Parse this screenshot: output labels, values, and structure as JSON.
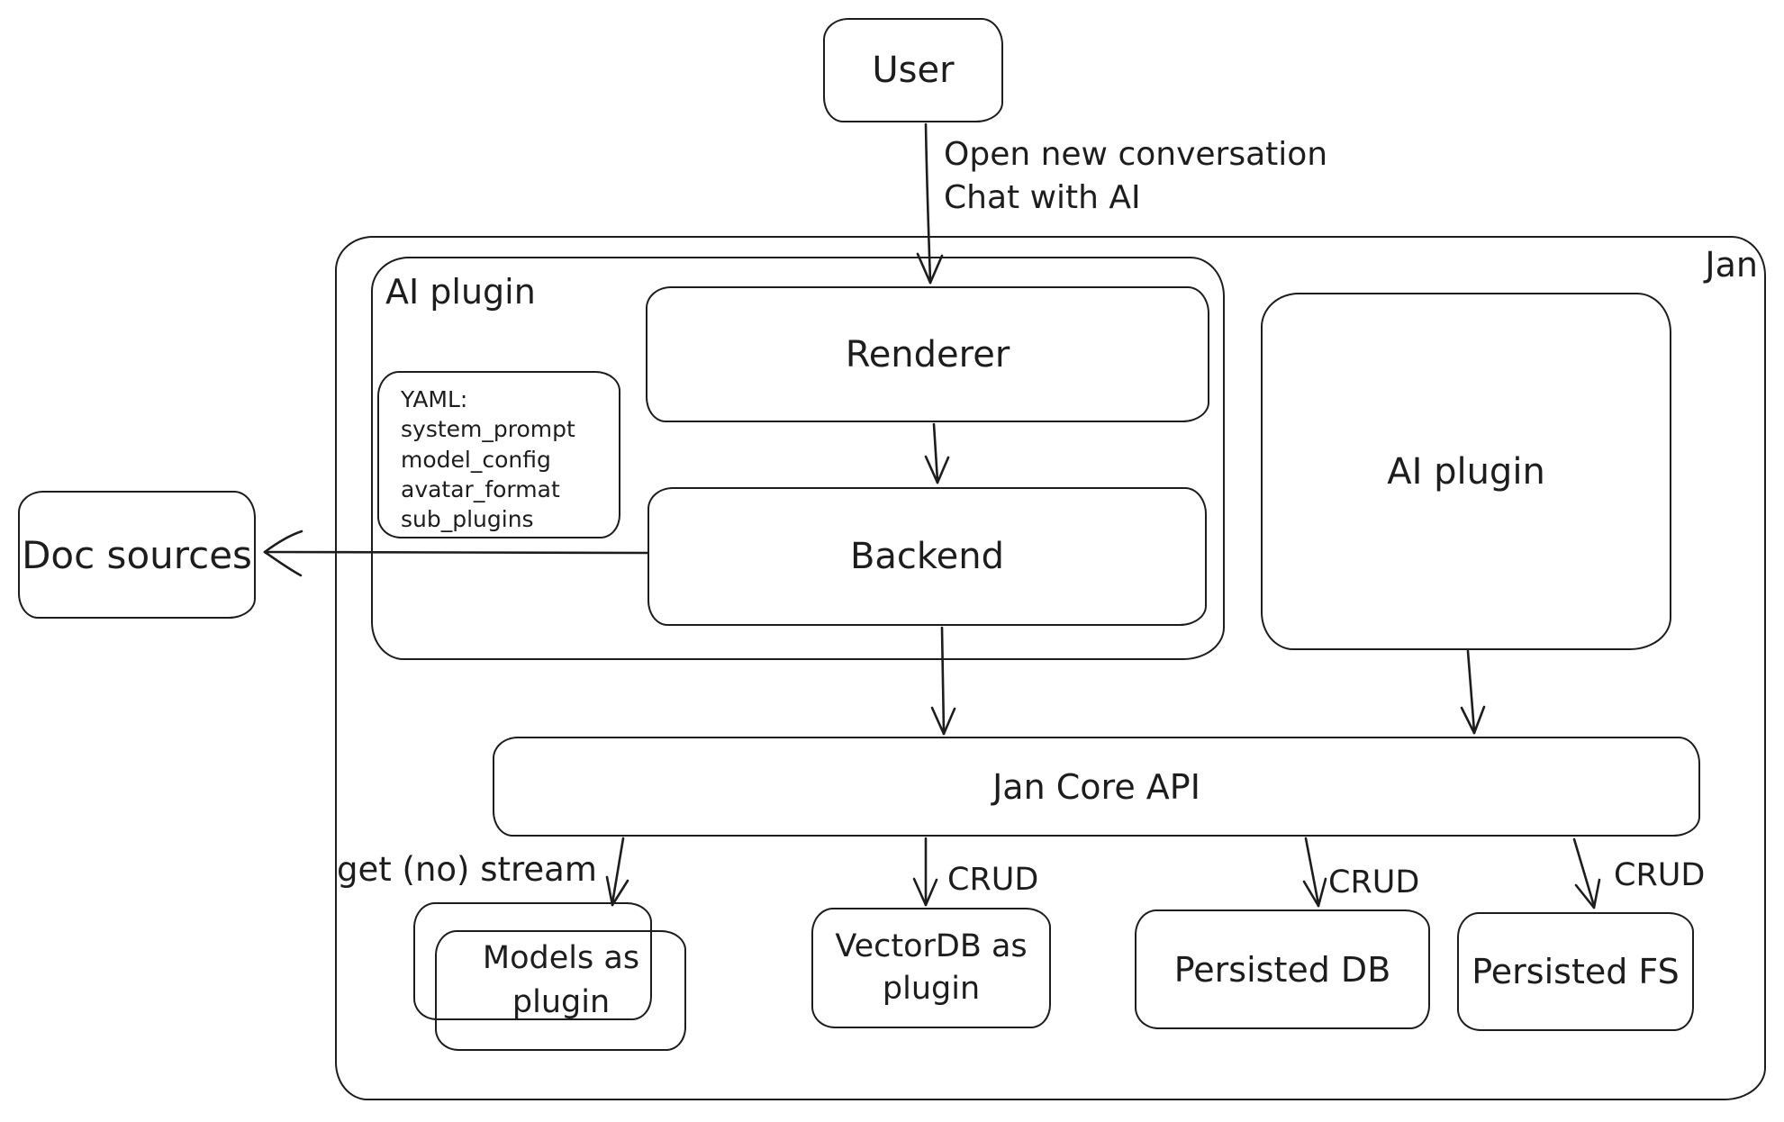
{
  "diagram": {
    "colors": {
      "stroke": "#1d1d1d",
      "background": "#ffffff"
    },
    "nodes": {
      "user": {
        "label": "User"
      },
      "jan": {
        "label": "Jan"
      },
      "ai_plugin_group": {
        "label": "AI plugin"
      },
      "renderer": {
        "label": "Renderer"
      },
      "backend": {
        "label": "Backend"
      },
      "yaml_note": {
        "lines": [
          "YAML:",
          "system_prompt",
          "model_config",
          "avatar_format",
          "sub_plugins"
        ]
      },
      "ai_plugin": {
        "label": "AI plugin"
      },
      "doc_sources": {
        "label": "Doc sources"
      },
      "jan_core_api": {
        "label": "Jan Core API"
      },
      "models_as_plugin": {
        "label": "Models as plugin"
      },
      "vectordb_as_plugin": {
        "label": "VectorDB as plugin"
      },
      "persisted_db": {
        "label": "Persisted DB"
      },
      "persisted_fs": {
        "label": "Persisted FS"
      }
    },
    "edge_labels": {
      "user_to_renderer_line1": "Open new conversation",
      "user_to_renderer_line2": "Chat with AI",
      "core_to_models": "get (no) stream",
      "core_to_vectordb": "CRUD",
      "core_to_persisted_db": "CRUD",
      "core_to_persisted_fs": "CRUD"
    }
  }
}
